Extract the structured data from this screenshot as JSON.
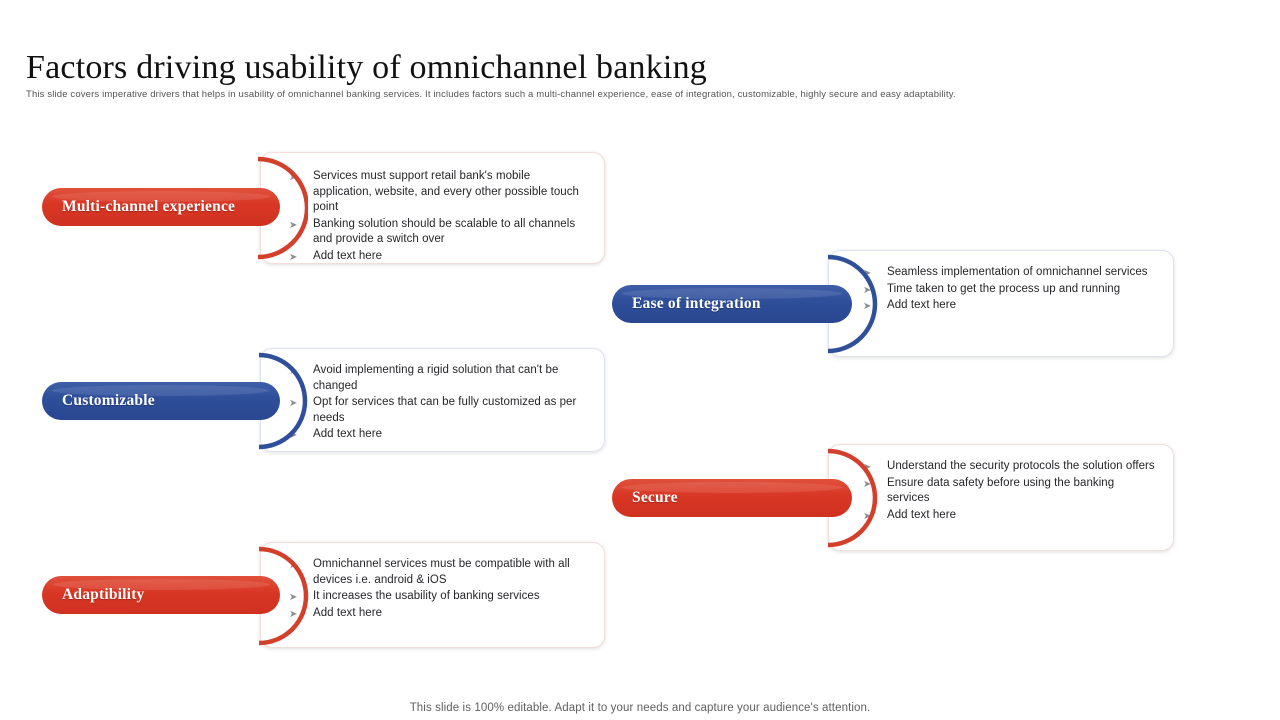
{
  "slide": {
    "title": "Factors driving usability of omnichannel banking",
    "subtitle": "This slide covers imperative drivers that helps in usability of omnichannel banking services. It includes factors such a multi-channel experience, ease of integration, customizable, highly secure and easy adaptability.",
    "footer": "This slide is 100% editable. Adapt it to your needs and capture your audience's attention."
  },
  "colors": {
    "red": "#d93725",
    "blue": "#2f4f9b",
    "card_border_red": "#f0ded9",
    "card_border_blue": "#dde2ee",
    "text": "#26262a",
    "bullet_marker": "#8e8e93"
  },
  "bullet_marker_icon": "arrow-bullet-icon",
  "factors": [
    {
      "id": "multi-channel-experience",
      "label": "Multi-channel experience",
      "color": "red",
      "side": "left",
      "bullets": [
        "Services must support retail bank's mobile application, website, and every other possible touch point",
        "Banking solution should be scalable to all channels and provide a switch over",
        "Add text here"
      ]
    },
    {
      "id": "ease-of-integration",
      "label": "Ease of integration",
      "color": "blue",
      "side": "right",
      "bullets": [
        "Seamless implementation of omnichannel services",
        "Time taken to get the process up and running",
        "Add text here"
      ]
    },
    {
      "id": "customizable",
      "label": "Customizable",
      "color": "blue",
      "side": "left",
      "bullets": [
        "Avoid implementing a rigid solution that can't be changed",
        "Opt for services that can be fully customized as per needs",
        "Add text here"
      ]
    },
    {
      "id": "secure",
      "label": "Secure",
      "color": "red",
      "side": "right",
      "bullets": [
        "Understand the security protocols the solution offers",
        "Ensure data safety before using the banking services",
        "Add text here"
      ]
    },
    {
      "id": "adaptibility",
      "label": "Adaptibility",
      "color": "red",
      "side": "left",
      "bullets": [
        "Omnichannel services must be compatible with all devices i.e. android & iOS",
        "It increases the usability of banking services",
        "Add text here"
      ]
    }
  ]
}
